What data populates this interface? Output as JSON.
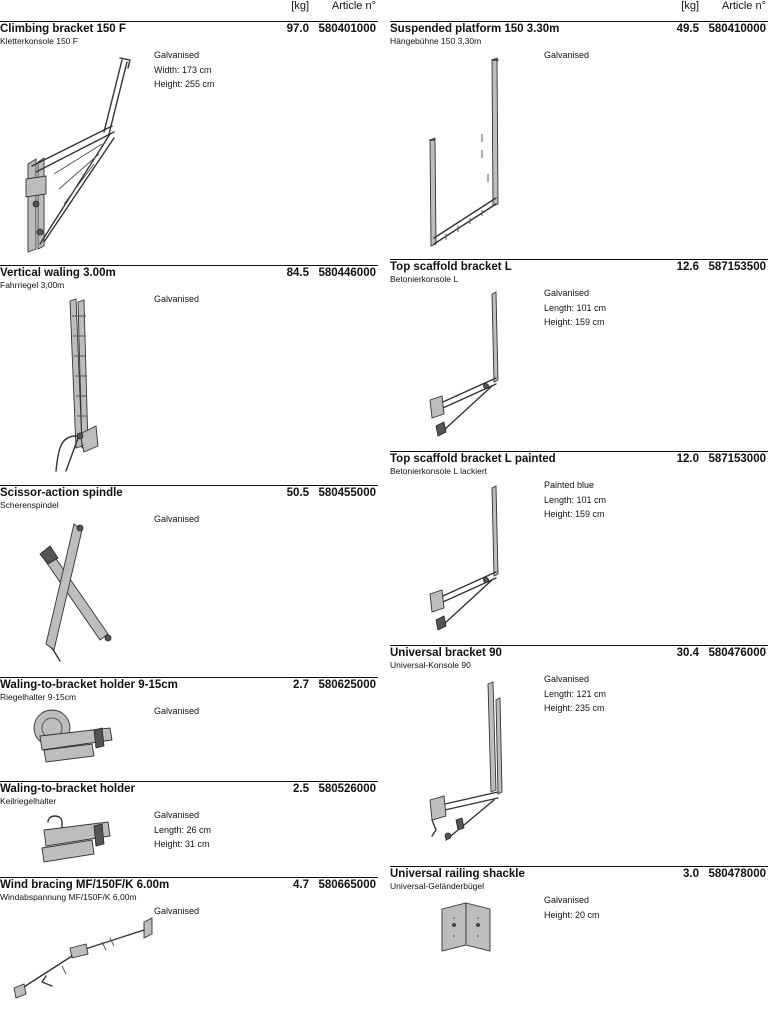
{
  "header": {
    "kg_label": "[kg]",
    "article_label": "Article n°"
  },
  "left": [
    {
      "title": "Climbing bracket 150 F",
      "subtitle": "Kletterkonsole 150 F",
      "weight": "97.0",
      "article": "580401000",
      "specs": [
        "Galvanised",
        "Width: 173 cm",
        "Height: 255 cm"
      ]
    },
    {
      "title": "Vertical waling 3.00m",
      "subtitle": "Fahrriegel 3,00m",
      "weight": "84.5",
      "article": "580446000",
      "specs": [
        "Galvanised"
      ]
    },
    {
      "title": "Scissor-action spindle",
      "subtitle": "Scherenspindel",
      "weight": "50.5",
      "article": "580455000",
      "specs": [
        "Galvanised"
      ]
    },
    {
      "title": "Waling-to-bracket holder 9-15cm",
      "subtitle": "Riegelhalter 9-15cm",
      "weight": "2.7",
      "article": "580625000",
      "specs": [
        "Galvanised"
      ]
    },
    {
      "title": "Waling-to-bracket holder",
      "subtitle": "Keilriegelhalter",
      "weight": "2.5",
      "article": "580526000",
      "specs": [
        "Galvanised",
        "Length: 26 cm",
        "Height: 31 cm"
      ]
    },
    {
      "title": "Wind bracing MF/150F/K 6.00m",
      "subtitle": "Windabspannung MF/150F/K 6,00m",
      "weight": "4.7",
      "article": "580665000",
      "specs": [
        "Galvanised"
      ]
    }
  ],
  "right": [
    {
      "title": "Suspended platform 150 3.30m",
      "subtitle": "Hängebühne 150 3,30m",
      "weight": "49.5",
      "article": "580410000",
      "specs": [
        "Galvanised"
      ]
    },
    {
      "title": "Top scaffold bracket L",
      "subtitle": "Betonierkonsole L",
      "weight": "12.6",
      "article": "587153500",
      "specs": [
        "Galvanised",
        "Length: 101 cm",
        "Height: 159 cm"
      ]
    },
    {
      "title": "Top scaffold bracket L painted",
      "subtitle": "Betonierkonsole L lackiert",
      "weight": "12.0",
      "article": "587153000",
      "specs": [
        "Painted blue",
        "Length: 101 cm",
        "Height: 159 cm"
      ]
    },
    {
      "title": "Universal bracket 90",
      "subtitle": "Universal-Konsole 90",
      "weight": "30.4",
      "article": "580476000",
      "specs": [
        "Galvanised",
        "Length: 121 cm",
        "Height: 235 cm"
      ]
    },
    {
      "title": "Universal railing shackle",
      "subtitle": "Universal-Geländerbügel",
      "weight": "3.0",
      "article": "580478000",
      "specs": [
        "Galvanised",
        "Height: 20 cm"
      ]
    }
  ]
}
